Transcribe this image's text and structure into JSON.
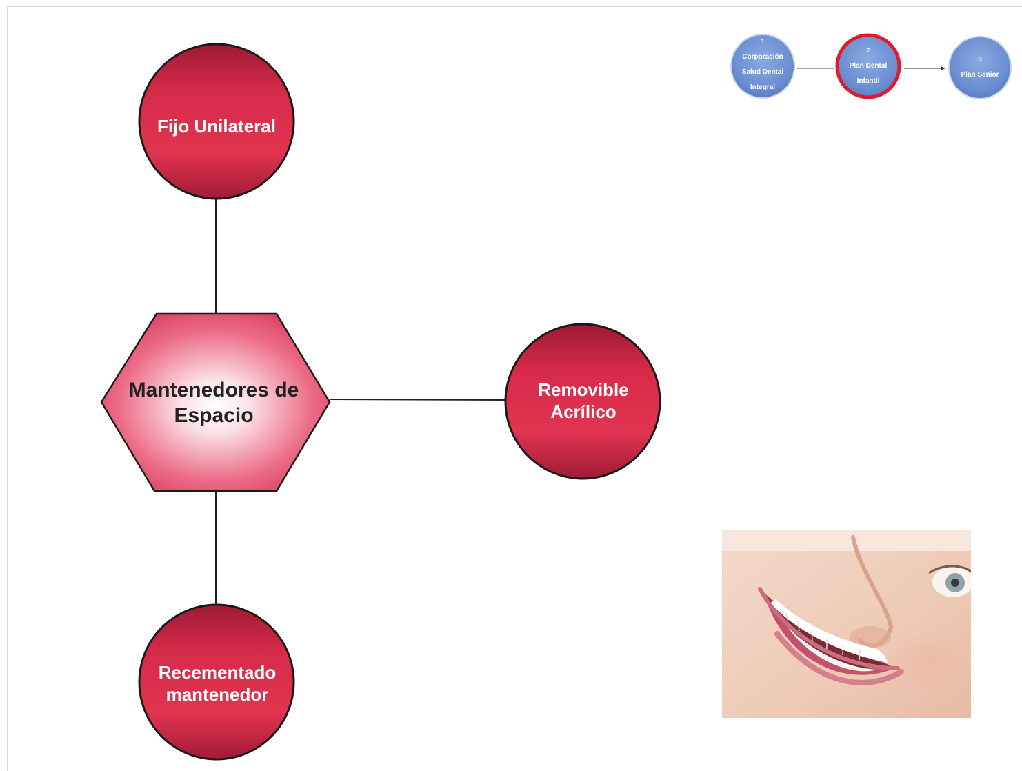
{
  "diagram": {
    "center": {
      "label": "Mantenedores de Espacio"
    },
    "nodes": [
      {
        "id": "top",
        "label": "Fijo Unilateral"
      },
      {
        "id": "right",
        "label": "Removible Acrílico"
      },
      {
        "id": "bottom",
        "label": "Recementado mantenedor"
      }
    ]
  },
  "breadcrumb": {
    "steps": [
      {
        "number": "1",
        "lines": [
          "Corporación",
          "Salud Dental",
          "Integral"
        ],
        "active": false
      },
      {
        "number": "2",
        "lines": [
          "Plan Dental",
          "Infantil"
        ],
        "active": true
      },
      {
        "number": "3",
        "lines": [
          "Plan Senior"
        ],
        "active": false
      }
    ]
  },
  "colors": {
    "node_fill": "#c8203f",
    "node_fill_dark": "#9e1a33",
    "hex_fill": "#e8506c",
    "step_fill": "#6a8ed1",
    "active_ring": "#e01b2f",
    "line": "#222222"
  }
}
